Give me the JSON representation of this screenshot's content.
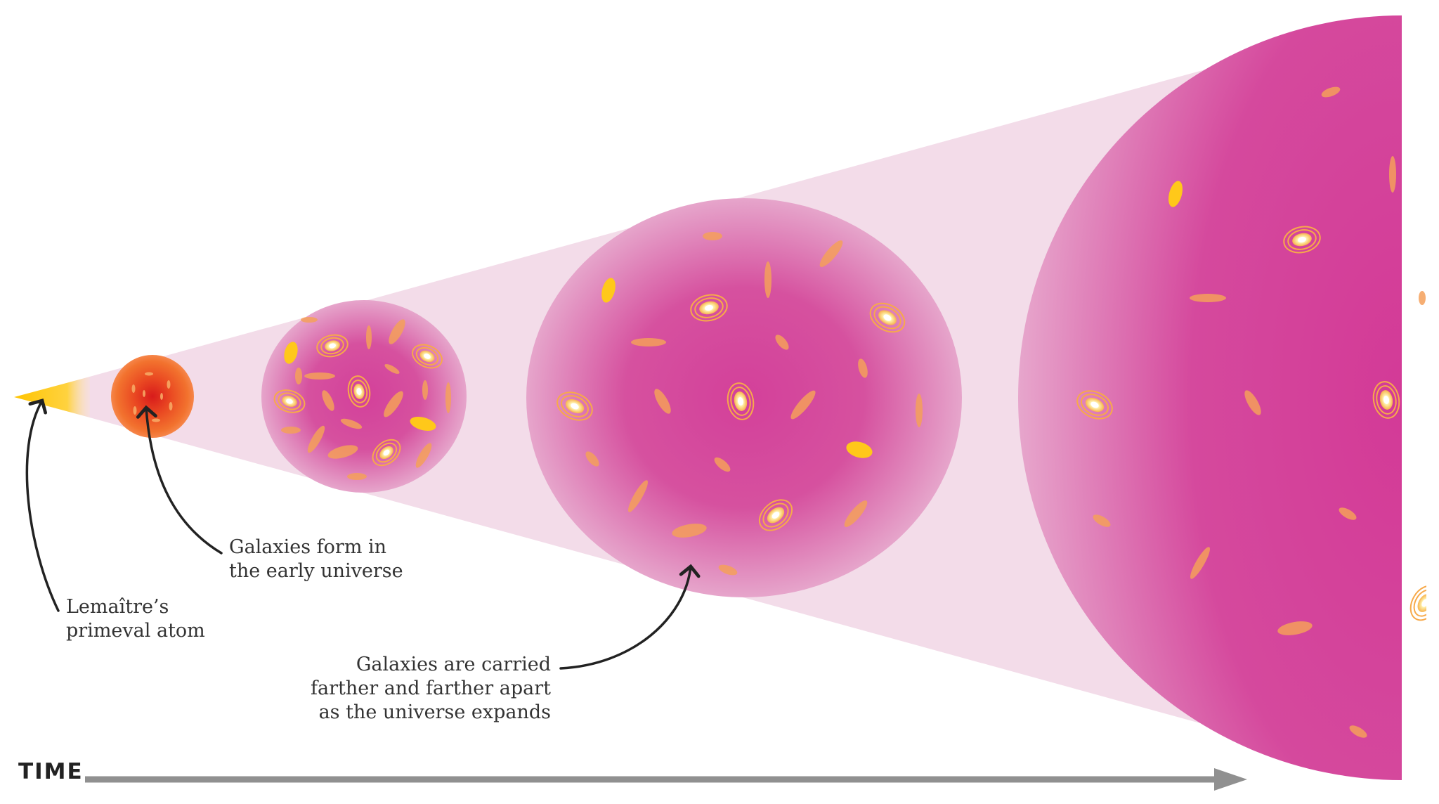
{
  "labels": {
    "primeval_atom": [
      "Lemaître’s",
      "primeval atom"
    ],
    "early_universe": [
      "Galaxies form in",
      "the early universe"
    ],
    "expansion": [
      "Galaxies are carried",
      "farther and farther apart",
      "as the universe expands"
    ]
  },
  "time_axis": {
    "label": "TIME",
    "direction": "left-to-right"
  },
  "stages": [
    {
      "name": "primeval-atom",
      "description_visible": false
    },
    {
      "name": "early-universe-sphere",
      "description_visible": false
    },
    {
      "name": "middle-universe-sphere",
      "description_visible": false
    },
    {
      "name": "large-universe-sphere",
      "description_visible": false
    }
  ],
  "colors": {
    "cone": "#f3dbe8",
    "universe_core": "#d63f95",
    "universe_edge": "#e8a6cb",
    "galaxy": "#f5a84a",
    "galaxy_core": "#fff6c8",
    "spark_yellow": "#ffcc1a",
    "atom_core": "#e0221f",
    "atom_edge": "#f06a2a",
    "arrow": "#222222",
    "time_arrow": "#909090"
  }
}
